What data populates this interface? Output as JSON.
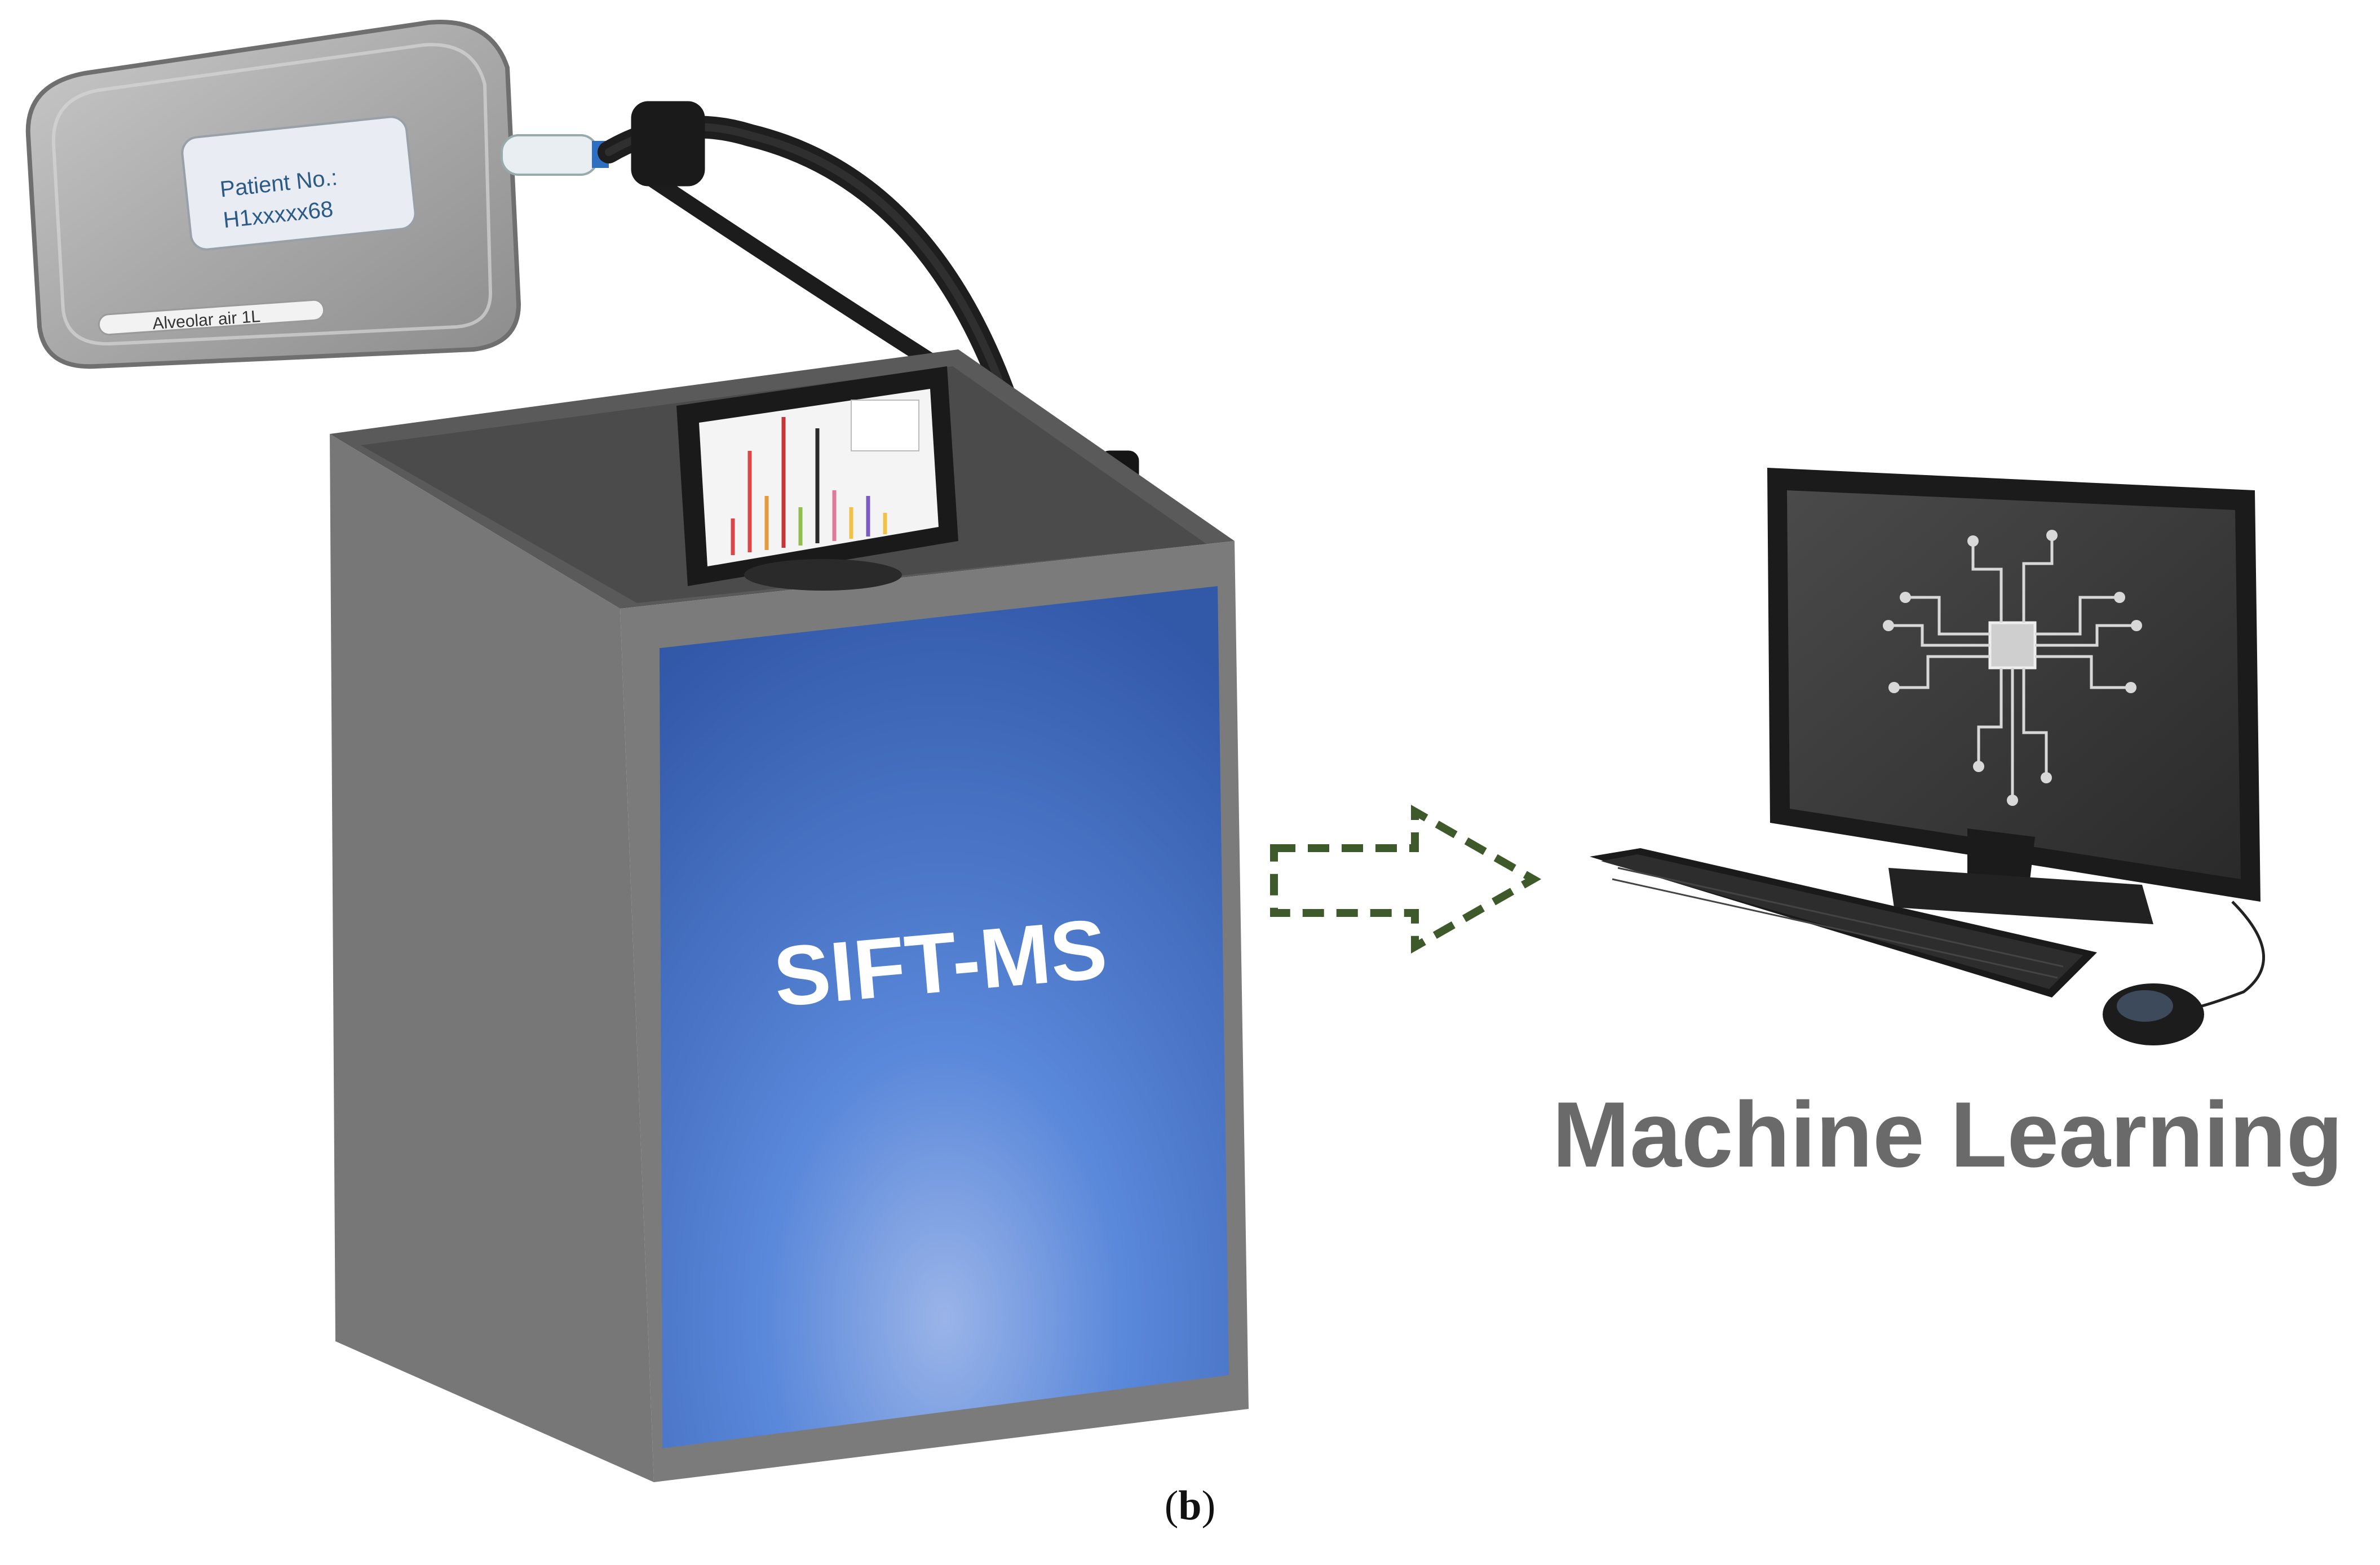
{
  "bag": {
    "label_line1": "Patient No.:",
    "label_line2": "H1xxxxx68",
    "strip_label": "Alveolar air 1L"
  },
  "instrument": {
    "name": "SIFT-MS"
  },
  "computer": {
    "label": "Machine Learning"
  },
  "caption": {
    "letter": "b"
  },
  "colors": {
    "box_side": "#6b6b6b",
    "box_frame": "#7a7a7a",
    "panel_blue": "#4f7fd6",
    "arrow_green": "#3e5a2a",
    "ml_text": "#6a6a6a"
  },
  "icons": [
    "gas-bag-icon",
    "tube-icon",
    "monitor-icon",
    "brain-circuit-icon",
    "keyboard-icon",
    "mouse-icon",
    "dashed-arrow-icon"
  ]
}
